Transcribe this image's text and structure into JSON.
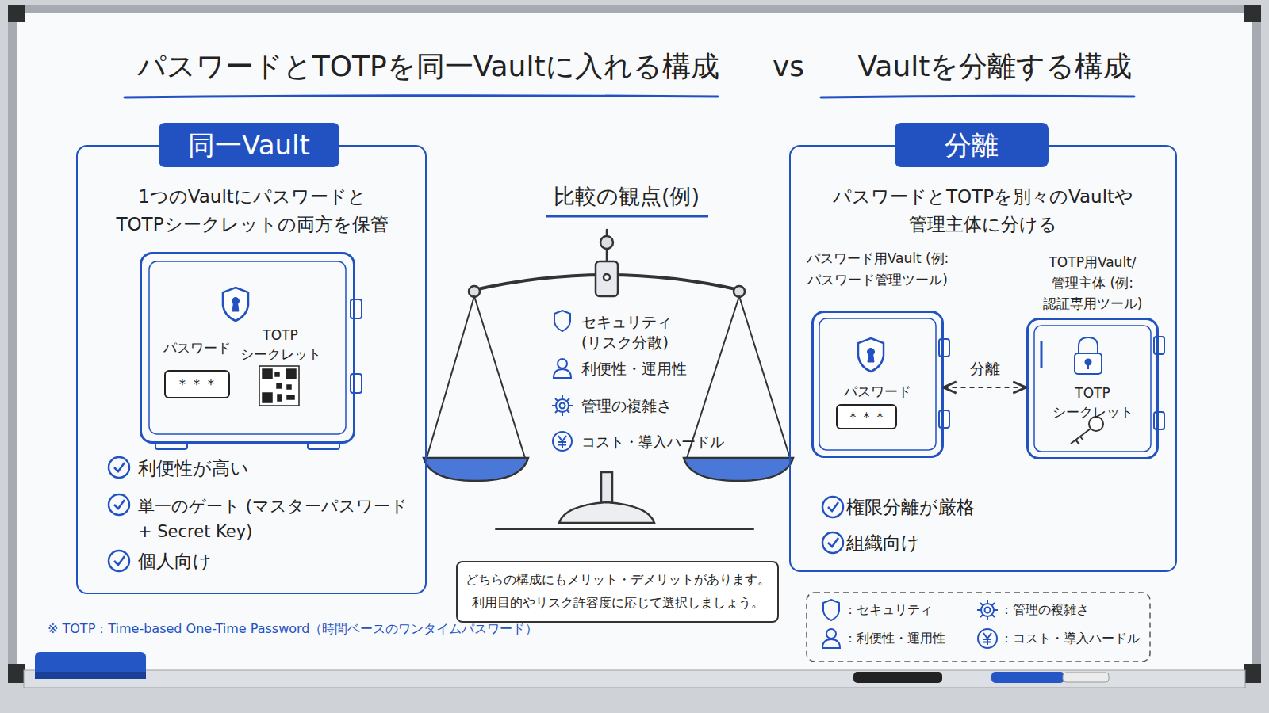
{
  "diagram": {
    "title": "パスワードとTOTPを同一Vaultに入れる構成 vs Vaultを分離する構成",
    "nodes": [
      {
        "text": [
          "同一Vault",
          "1つのVaultにパスワードと TOTPシークレットの両方を保管",
          "利便性が高い",
          "単一のゲート (マスターパスワード + Secret Key)",
          "個人向け"
        ]
      },
      {
        "text": [
          "パスワード",
          "TOTP シークレット"
        ],
        "in": 0
      },
      {
        "text": [
          "＊＊＊"
        ],
        "in": 1
      },
      {
        "text": [
          "どちらの構成にもメリット・デメリットがあります。 利用目的やリスク許容度に応じて選択しましょう。"
        ]
      },
      {
        "text": [
          "分離",
          "パスワードとTOTPを別々のVaultや 管理主体に分ける",
          "権限分離が厳格",
          "組織向け"
        ]
      },
      {
        "text": [
          "パスワード用Vault (例:パスワード管理ツール)",
          "パスワード"
        ],
        "in": 4
      },
      {
        "text": [
          "＊＊＊"
        ],
        "in": 5
      },
      {
        "text": [
          "TOTP用Vault/ 管理主体 (例:認証専用ツール)",
          "TOTP シークレット"
        ],
        "in": 4
      }
    ],
    "edges": [
      {
        "from": 5,
        "to": 7,
        "arrow": "both",
        "label": "分離"
      }
    ],
    "labels": [
      "比較の観点(例)",
      "セキュリティ (リスク分散)",
      "利便性・運用性",
      "管理の複雑さ",
      "コスト・導入ハードル",
      "※ TOTP：Time-based One-Time Password（時間ベースのワンタイムパスワード）"
    ],
    "legend": [
      {
        "text": "：セキュリティ"
      },
      {
        "text": "：管理の複雑さ"
      },
      {
        "text": "：利便性・運用性"
      },
      {
        "text": "：コスト・導入ハードル"
      }
    ]
  }
}
